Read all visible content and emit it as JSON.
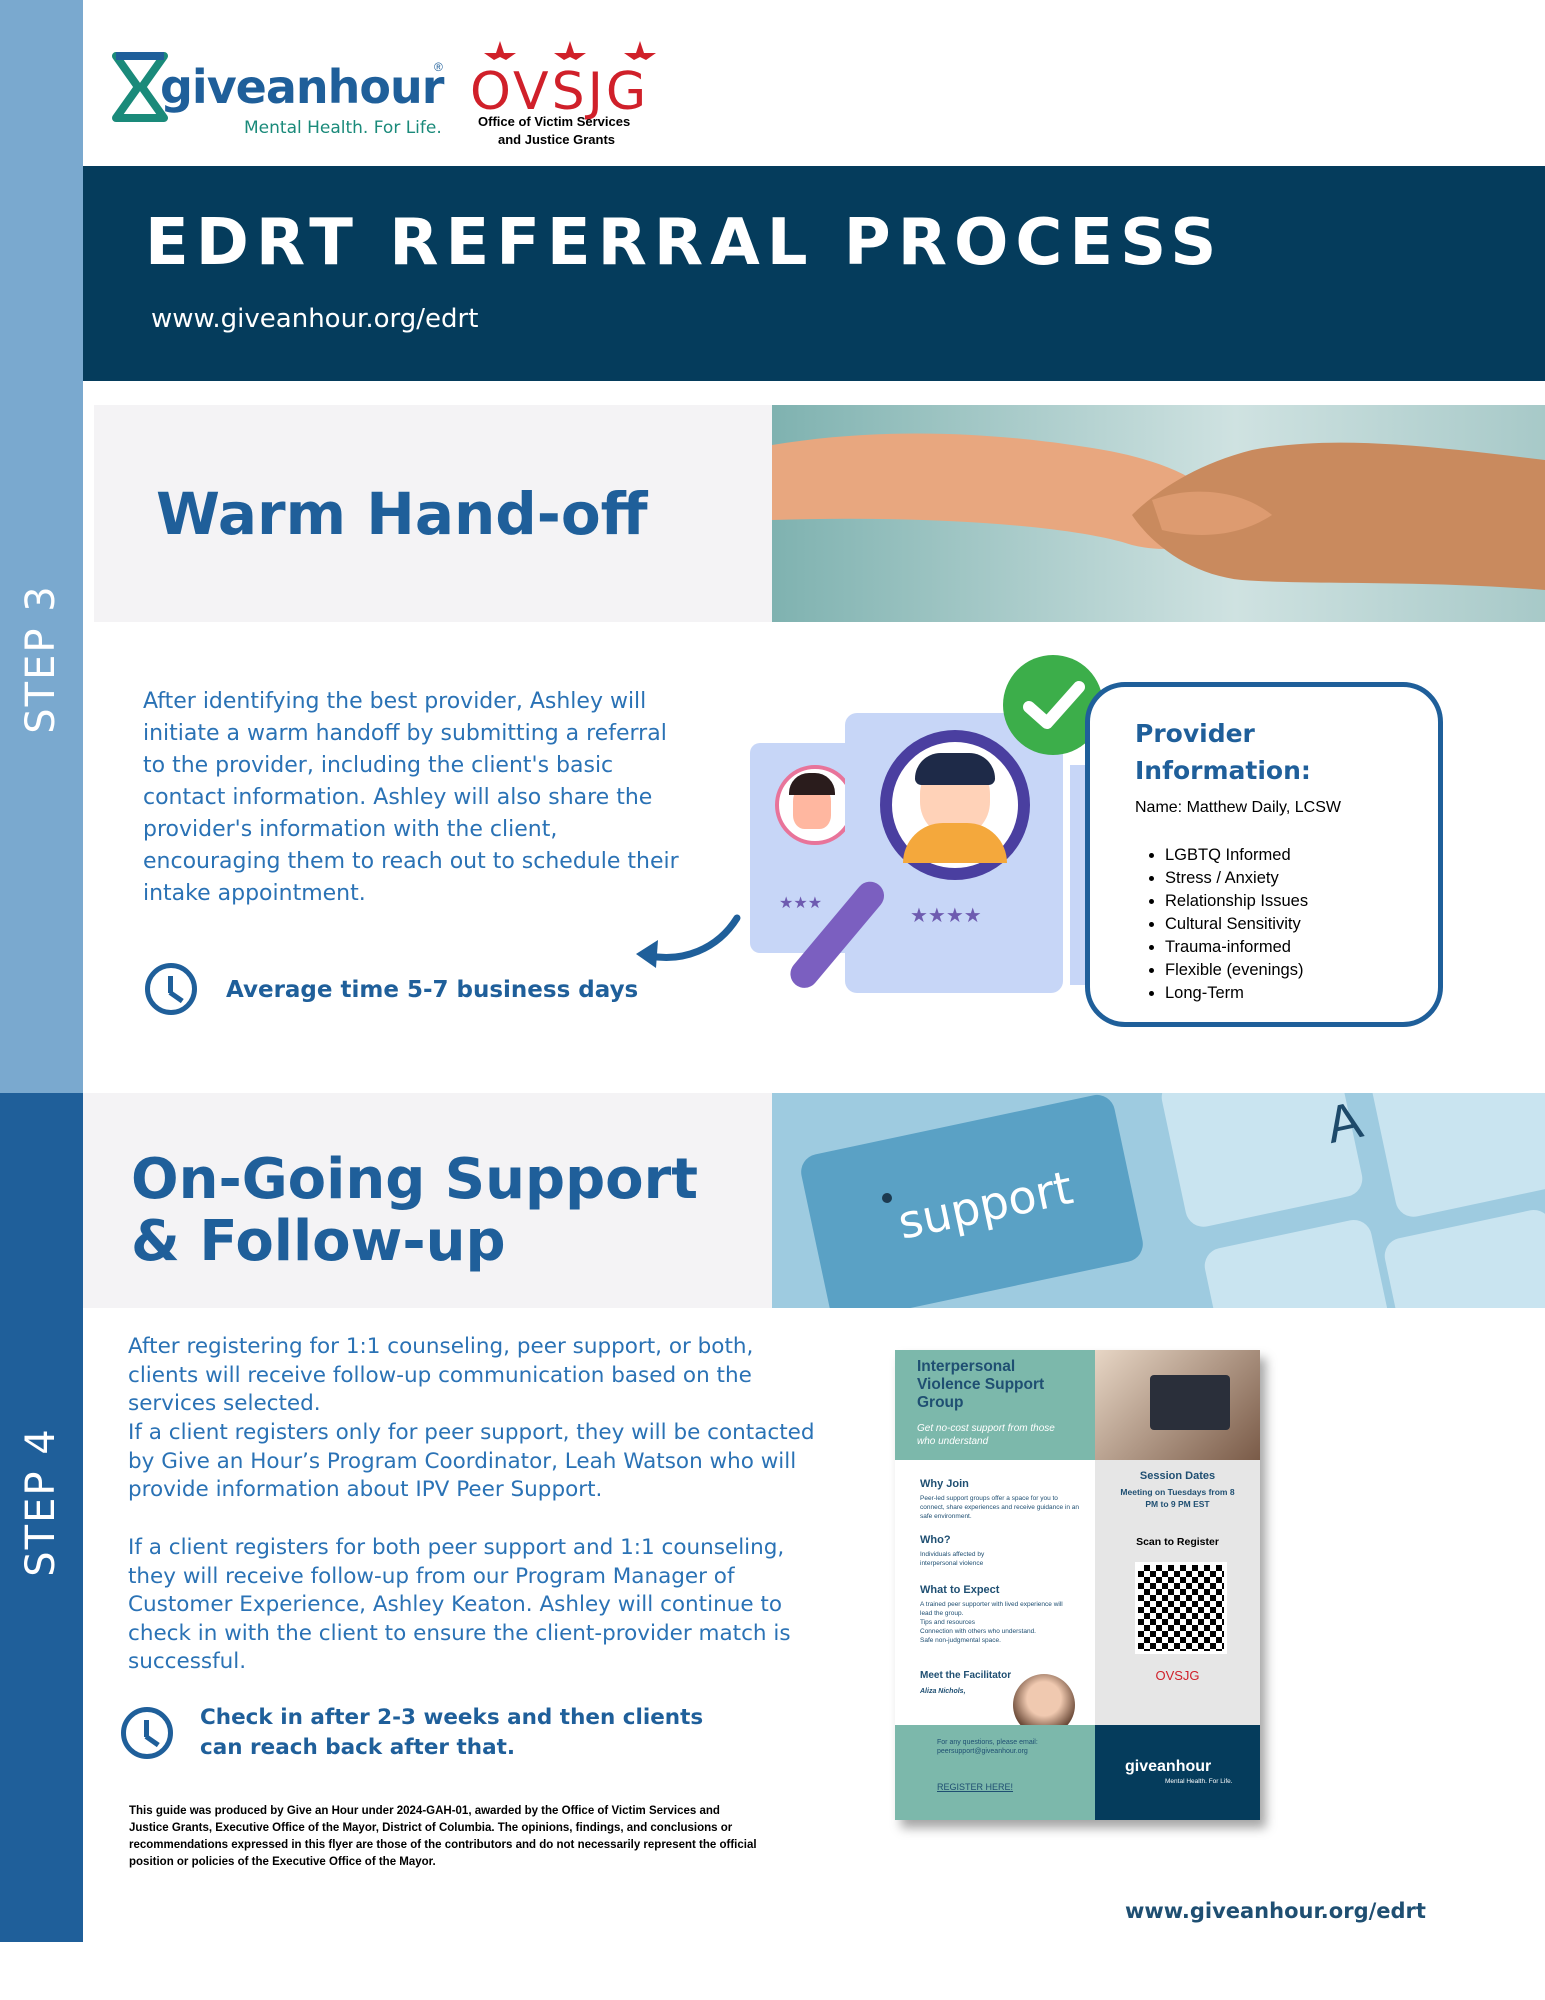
{
  "logos": {
    "giveanhour_word": "giveanhour",
    "giveanhour_tagline": "Mental Health. For Life.",
    "ovsjg_word": "OVSJG",
    "ovsjg_line1": "Office of Victim Services",
    "ovsjg_line2": "and Justice Grants"
  },
  "header": {
    "title": "EDRT REFERRAL PROCESS",
    "url": "www.giveanhour.org/edrt"
  },
  "step3": {
    "label": "STEP 3",
    "title": "Warm Hand-off",
    "body": "After identifying the best provider, Ashley will initiate a warm handoff by submitting a referral to the provider, including the client's basic contact information. Ashley will also share the provider's information with the client, encouraging them to reach out to schedule their intake appointment.",
    "time_note": "Average time 5-7 business days",
    "provider": {
      "heading": "Provider Information:",
      "name": "Name: Matthew Daily, LCSW",
      "items": [
        "LGBTQ Informed",
        "Stress / Anxiety",
        "Relationship Issues",
        "Cultural Sensitivity",
        "Trauma-informed",
        "Flexible (evenings)",
        "Long-Term"
      ]
    }
  },
  "step4": {
    "label": "STEP 4",
    "title_line1": "On-Going Support",
    "title_line2": "& Follow-up",
    "keyboard_key": "support",
    "keyboard_letter": "A",
    "para1": "After registering for 1:1 counseling, peer support, or both, clients will receive follow-up communication based on the services selected.",
    "para2": "If a client registers only for peer support, they will be contacted by Give an Hour’s Program Coordinator, Leah Watson who will provide information about IPV Peer Support.",
    "para3": "If a client registers for both peer support and 1:1 counseling, they will receive follow-up from our Program Manager of Customer Experience, Ashley Keaton. Ashley will continue to check in with the client to ensure the client-provider match is successful.",
    "check_note_line1": "Check in after 2-3 weeks and then clients",
    "check_note_line2": "can reach back after that."
  },
  "flyer": {
    "title": "Interpersonal Violence Support Group",
    "subtitle": "Get no-cost support from those who understand",
    "why_join": "Why Join",
    "why_join_text": "Peer-led support groups offer a space for you to connect, share experiences and receive guidance in an safe environment.",
    "who": "Who?",
    "who_text": "Individuals affected by interpersonal violence",
    "expect": "What to Expect",
    "expect_items": [
      "A trained peer supporter with lived experience will lead the group.",
      "Tips and resources",
      "Connection with others who understand.",
      "Safe non-judgmental space."
    ],
    "facilitator": "Meet the Facilitator",
    "facilitator_name": "Aliza Nichols,",
    "session_dates": "Session Dates",
    "session_text": "Meeting on Tuesdays from 8 PM to 9 PM EST",
    "scan": "Scan to Register",
    "questions": "For any questions, please email: peersupport@giveanhour.org",
    "register": "REGISTER HERE!",
    "ovsjg": "OVSJG",
    "gah": "giveanhour",
    "gah_tag": "Mental Health. For Life."
  },
  "footer": {
    "note": "This guide was produced by Give an Hour under 2024-GAH-01, awarded by the Office of Victim Services and Justice Grants, Executive Office of the Mayor, District of Columbia. The opinions, findings, and conclusions or recommendations expressed in this flyer are those of the contributors and do not necessarily represent the official position or policies of the Executive Office of the Mayor.",
    "url": "www.giveanhour.org/edrt"
  },
  "colors": {
    "navy": "#053c5c",
    "blue": "#1f5f9a",
    "light_blue": "#7aa9cf",
    "teal": "#1a8a7a",
    "red": "#d0202a"
  }
}
